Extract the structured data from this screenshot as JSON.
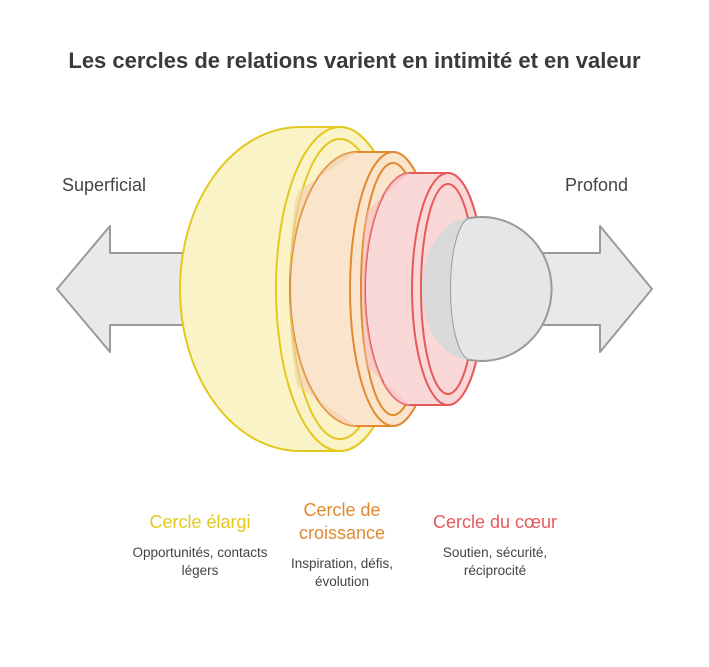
{
  "title": "Les cercles de relations varient en intimité et en valeur",
  "left_label": "Superficial",
  "right_label": "Profond",
  "circles": [
    {
      "title": "Cercle élargi",
      "description": "Opportunités, contacts légers",
      "color": "#e3c820",
      "fill": "#faf3c8"
    },
    {
      "title": "Cercle de croissance",
      "description": "Inspiration, défis, évolution",
      "color": "#e08a30",
      "fill": "#fbe4cc"
    },
    {
      "title": "Cercle du cœur",
      "description": "Soutien, sécurité, réciprocité",
      "color": "#e55a5a",
      "fill": "#fbd8d8"
    }
  ],
  "core_color": "#e6e6e6",
  "arrow_color": "#e9e9e9"
}
